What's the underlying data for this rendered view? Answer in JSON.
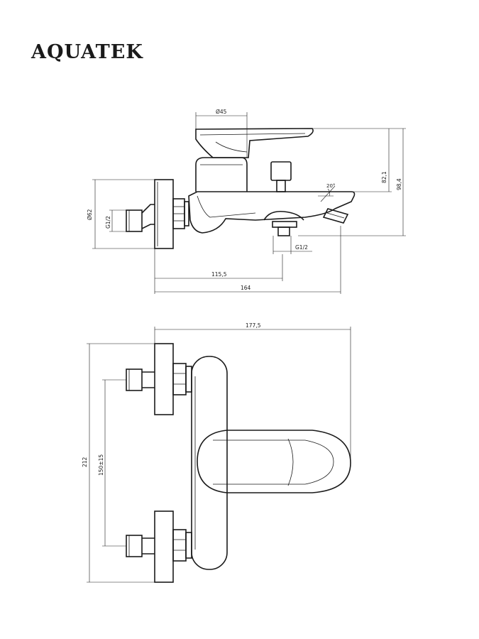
{
  "brand": "AQUATEK",
  "side_view": {
    "dims": {
      "handle_diameter": "Ø45",
      "inlet_diameter": "Ø62",
      "inlet_thread": "G1/2",
      "outlet_thread": "G1/2",
      "spout_angle": "20°",
      "spout_height": "82,1",
      "total_height": "98,4",
      "outlet_offset": "115,5",
      "total_length": "164"
    }
  },
  "top_view": {
    "dims": {
      "total_depth": "177,5",
      "total_width": "212",
      "center_distance": "150±15"
    }
  }
}
